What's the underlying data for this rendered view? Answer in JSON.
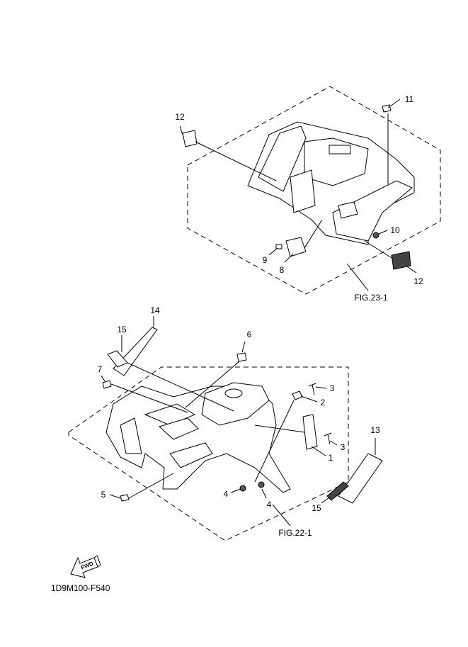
{
  "diagram": {
    "callouts": [
      "12",
      "11",
      "10",
      "9",
      "8",
      "12",
      "14",
      "15",
      "6",
      "7",
      "3",
      "2",
      "3",
      "1",
      "13",
      "5",
      "4",
      "4",
      "15"
    ],
    "figure_refs": [
      "FIG.23-1",
      "FIG.22-1"
    ],
    "fwd_label": "FWD",
    "drawing_code": "1D9M100-F540"
  }
}
